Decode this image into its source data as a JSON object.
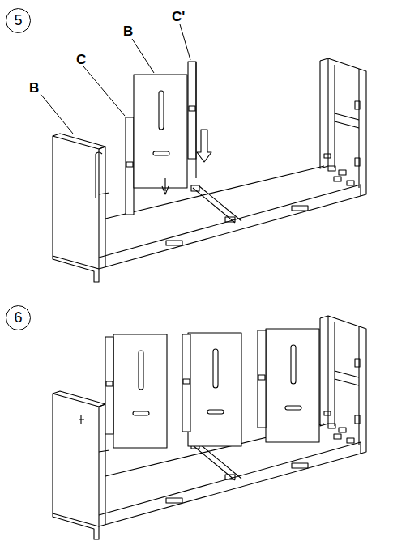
{
  "diagram": {
    "nodes": [
      {
        "text": [
          "5"
        ]
      },
      {
        "text": [
          "6"
        ]
      }
    ],
    "labels": [
      "B",
      "C",
      "B",
      "C'"
    ]
  }
}
